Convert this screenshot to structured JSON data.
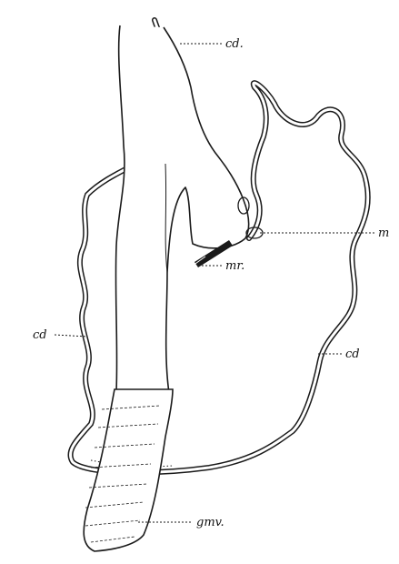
{
  "labels": {
    "cd_top": "cd.",
    "m": "m",
    "mr": "mr.",
    "cd_left": "cd",
    "cd_right": "cd",
    "gmv": "gmv."
  },
  "colors": {
    "ink": "#1a1a1a",
    "paper": "#ffffff"
  }
}
